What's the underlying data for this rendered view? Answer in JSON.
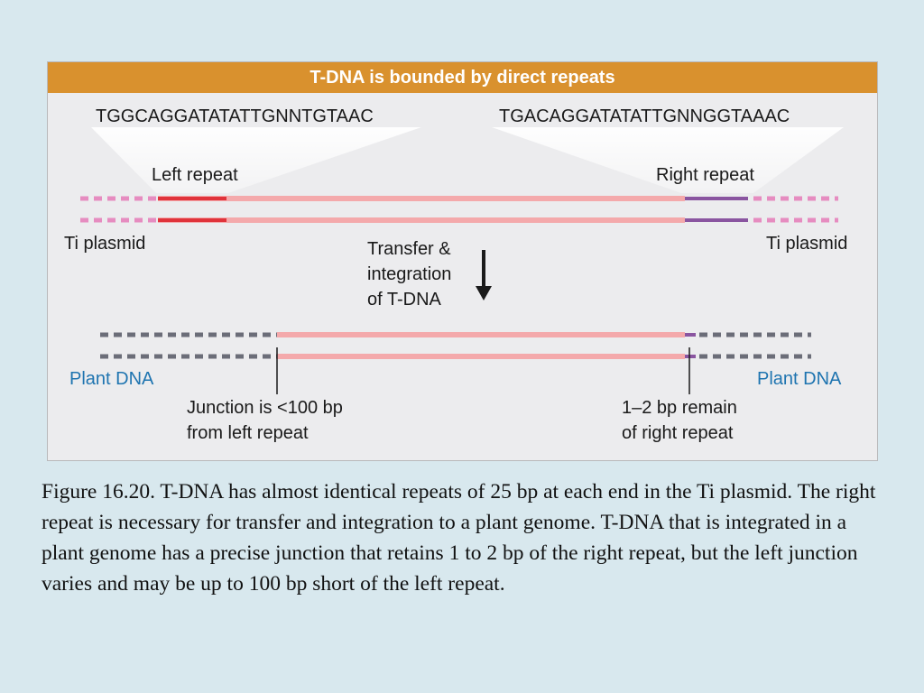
{
  "figure": {
    "title": "T-DNA is bounded by direct repeats",
    "left_sequence": "TGGCAGGATATATTGNNTGTAAC",
    "right_sequence": "TGACAGGATATATTGNNGGTAAAC",
    "left_repeat_label": "Left repeat",
    "right_repeat_label": "Right repeat",
    "ti_plasmid_left_label": "Ti plasmid",
    "ti_plasmid_right_label": "Ti plasmid",
    "transfer_label_lines": [
      "Transfer &",
      "integration",
      "of T-DNA"
    ],
    "plant_dna_left_label": "Plant DNA",
    "plant_dna_right_label": "Plant DNA",
    "left_junction_lines": [
      "Junction is <100 bp",
      "from left repeat"
    ],
    "right_junction_lines": [
      "1–2 bp remain",
      "of right repeat"
    ],
    "colors": {
      "title_bar": "#d9912e",
      "plasmid_dashes": "#e68cc0",
      "repeat_left": "#e0333b",
      "repeat_right": "#8a55a0",
      "tdna": "#f4a9ab",
      "plant_dashes": "#6b6d78",
      "plant_label": "#1e74b0"
    }
  },
  "caption": "Figure 16.20.  T-DNA has almost identical repeats of 25 bp at each end in the Ti plasmid. The right repeat is necessary for transfer and integration to a plant genome. T-DNA that is integrated in a plant genome has a precise junction that retains 1 to 2 bp of the right repeat, but the left junction varies and may be up to 100 bp short of the left repeat."
}
